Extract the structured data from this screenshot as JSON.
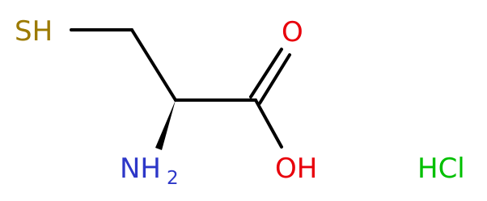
{
  "molecule": {
    "atoms": {
      "sulfur": {
        "text": "SH"
      },
      "carbonyl_oxygen": {
        "text": "O"
      },
      "hydroxyl": {
        "text": "OH"
      },
      "amine": {
        "main": "NH",
        "subscript": "2"
      }
    },
    "counterion": {
      "text": "HCl"
    },
    "colors": {
      "sulfur": "#9c7a00",
      "oxygen": "#e8000b",
      "nitrogen": "#2d37c8",
      "chlorine": "#00c000",
      "bond": "#000000"
    }
  }
}
